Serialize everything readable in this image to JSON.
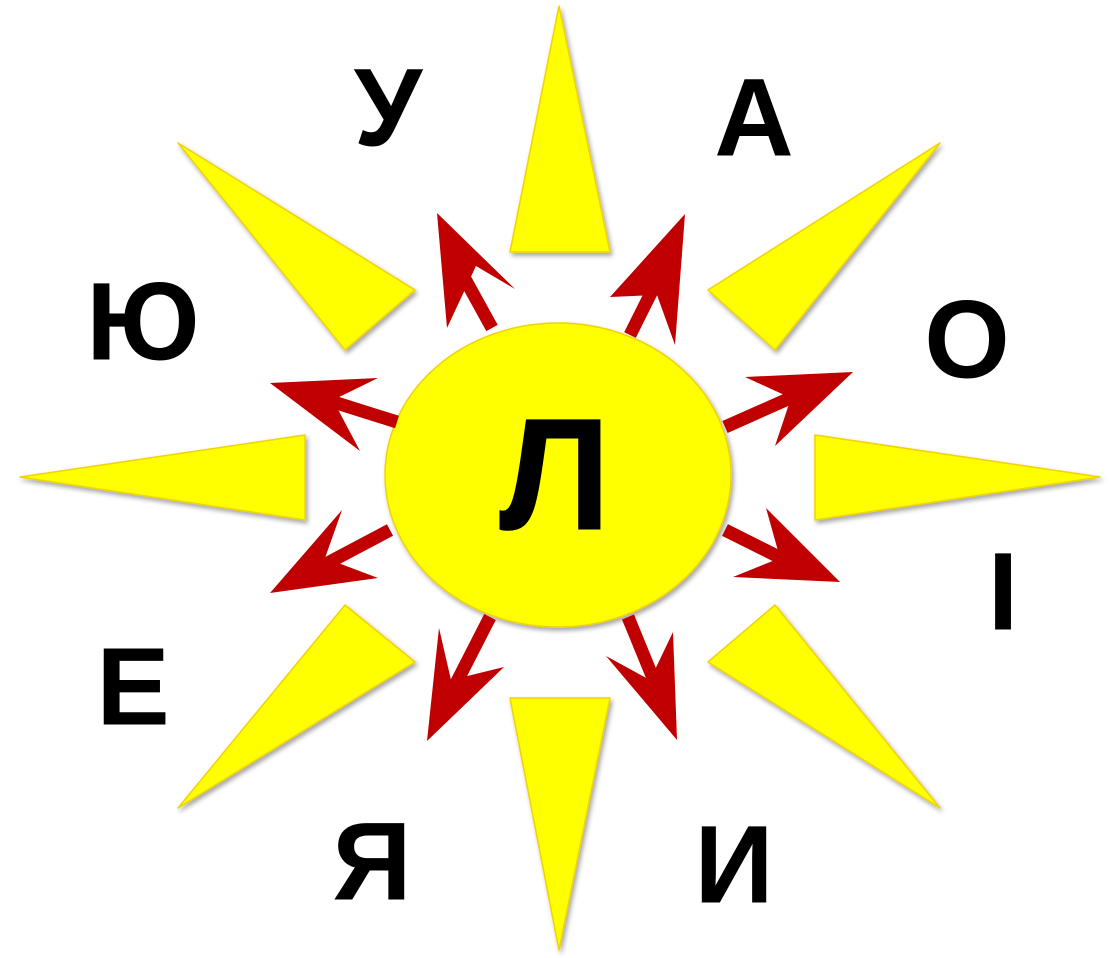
{
  "center_letter": "Л",
  "vowels": {
    "a": "А",
    "o": "О",
    "i": "І",
    "y": "И",
    "ya": "Я",
    "e": "Е",
    "yu": "Ю",
    "u": "У"
  },
  "colors": {
    "sun_fill": "#ffff00",
    "ray_fill": "#ffff00",
    "arrow": "#c00000",
    "text": "#000000",
    "background": "#ffffff"
  }
}
